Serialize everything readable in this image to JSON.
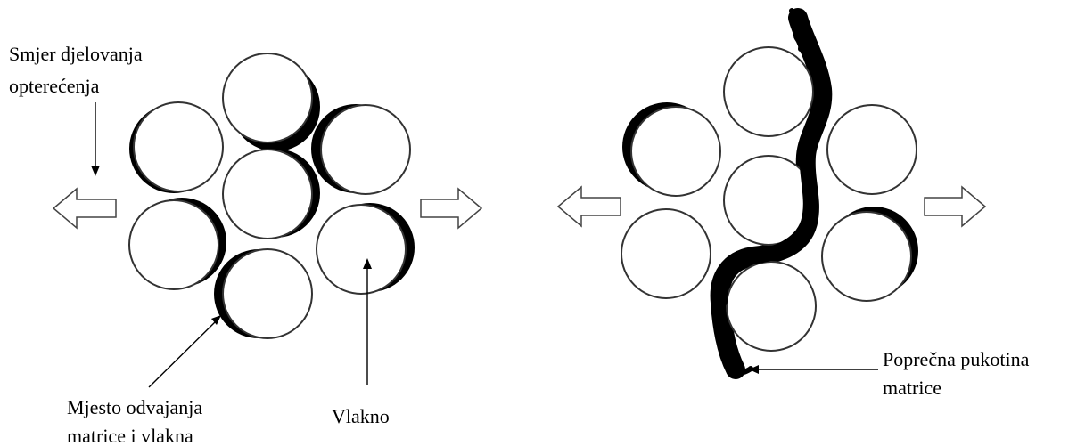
{
  "labels": {
    "load_direction": [
      "Smjer djelovanja",
      "opterećenja"
    ],
    "debonding_site": [
      "Mjesto odvajanja",
      "matrice i vlakna"
    ],
    "fiber": "Vlakno",
    "transverse_crack": [
      "Poprečna pukotina",
      "matrice"
    ]
  }
}
